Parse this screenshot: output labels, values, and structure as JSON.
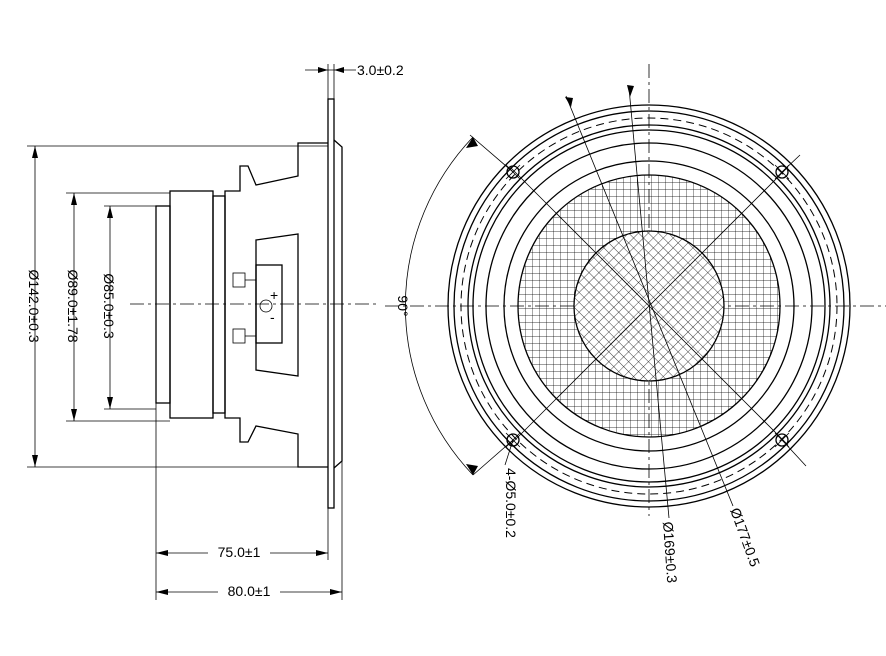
{
  "dimensions": {
    "flange_thickness": "3.0±0.2",
    "outer_diameter": "Ø142.0±0.3",
    "magnet_diameter": "Ø89.0±1.78",
    "plate_diameter": "Ø85.0±0.3",
    "mount_depth": "75.0±1",
    "total_depth": "80.0±1",
    "mount_holes": "4-Ø5.0±0.2",
    "cone_diameter": "Ø169±0.3",
    "frame_diameter": "Ø177±0.5",
    "hole_angle": "90°"
  },
  "terminals": {
    "plus": "+",
    "minus": "-"
  }
}
